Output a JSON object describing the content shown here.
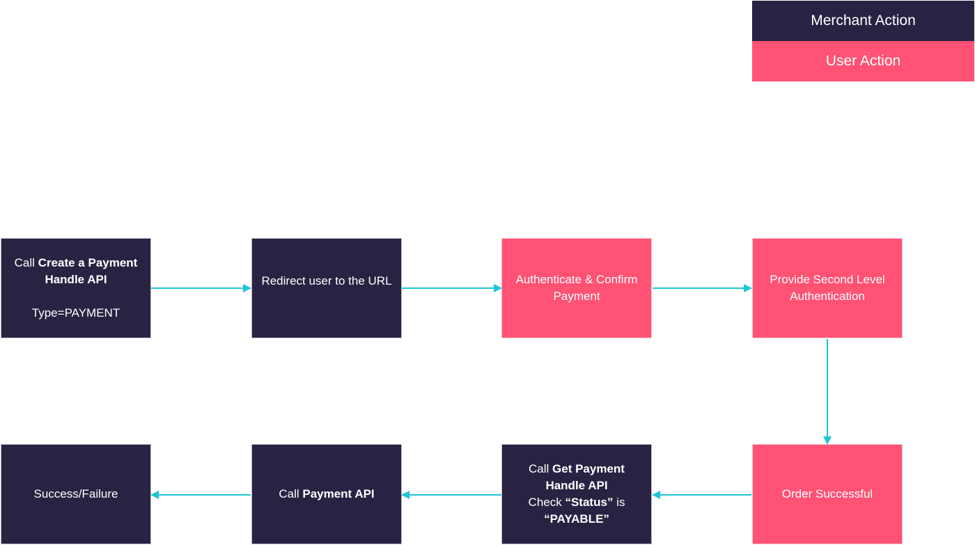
{
  "legend": {
    "merchant_label": "Merchant Action",
    "user_label": "User Action"
  },
  "colors": {
    "merchant": "#2a2243",
    "user": "#ff5274",
    "arrow": "#1ec5d6"
  },
  "nodes": {
    "create_handle": {
      "prefix": "Call ",
      "bold1": "Create a Payment",
      "bold2": "Handle API",
      "line3": "Type=PAYMENT"
    },
    "redirect": {
      "text": "Redirect user to the URL"
    },
    "authenticate": {
      "line1": "Authenticate & Confirm",
      "line2": "Payment"
    },
    "second_level": {
      "line1": "Provide Second Level",
      "line2": "Authentication"
    },
    "order_success": {
      "text": "Order Successful"
    },
    "get_handle": {
      "prefix": "Call ",
      "bold1": "Get Payment",
      "bold2": "Handle API",
      "check_prefix": "Check ",
      "check_bold": "“Status”",
      "check_suffix": " is",
      "payable": "“PAYABLE”"
    },
    "payment_api": {
      "prefix": "Call ",
      "bold": "Payment API"
    },
    "result": {
      "text": "Success/Failure"
    }
  }
}
